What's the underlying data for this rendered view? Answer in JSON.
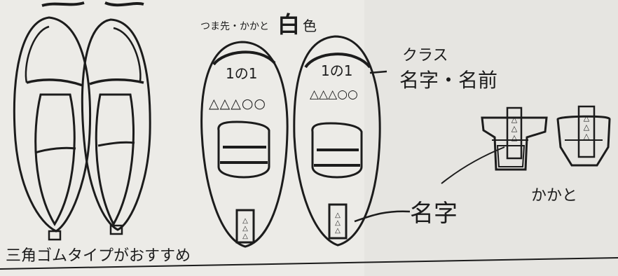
{
  "annotations": {
    "top_note": "つま先・かかと",
    "top_note_big": "白",
    "top_note_tail": "色",
    "class_label": "クラス",
    "name_label": "名字・名前",
    "surname_label": "名字",
    "heel_label": "かかと",
    "bottom_note": "三角ゴムタイプがおすすめ"
  },
  "shoe_labels": {
    "class_number": "1の1",
    "name_marks": "△△△○○",
    "heel_tag": "△△△"
  },
  "colors": {
    "paper": "#ecebe7",
    "ink": "#1c1c1c"
  }
}
